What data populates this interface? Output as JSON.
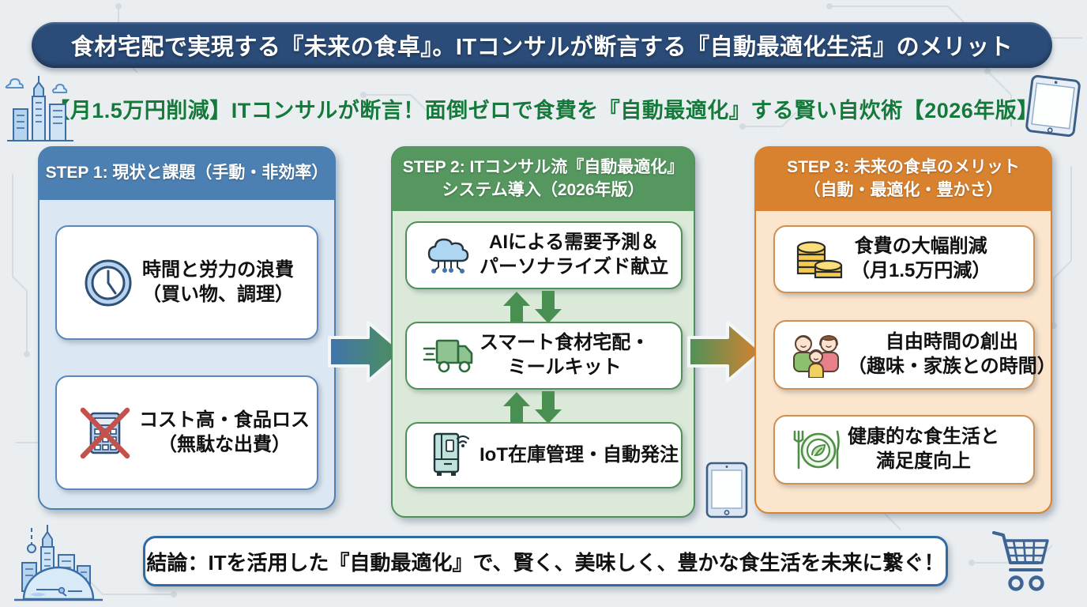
{
  "page": {
    "title": "食材宅配で実現する『未来の食卓』。ITコンサルが断言する『自動最適化生活』のメリット",
    "subtitle": "【月1.5万円削減】ITコンサルが断言！面倒ゼロで食費を『自動最適化』する賢い自炊術【2026年版】",
    "conclusion": "結論：ITを活用した『自動最適化』で、賢く、美味しく、豊かな食生活を未来に繋ぐ！"
  },
  "steps": [
    {
      "header_line1": "STEP 1: 現状と課題（手動・非効率）",
      "header_line2": "",
      "accent_color": "#4d80b2",
      "cards": [
        {
          "icon": "clock-icon",
          "line1": "時間と労力の浪費",
          "line2": "（買い物、調理）"
        },
        {
          "icon": "calculator-crossed-icon",
          "line1": "コスト高・食品ロス",
          "line2": "（無駄な出費）"
        }
      ]
    },
    {
      "header_line1": "STEP 2: ITコンサル流『自動最適化』",
      "header_line2": "システム導入（2026年版）",
      "accent_color": "#55975f",
      "cards": [
        {
          "icon": "ai-cloud-circuit-icon",
          "line1": "AIによる需要予測＆",
          "line2": "パーソナライズド献立"
        },
        {
          "icon": "delivery-truck-icon",
          "line1": "スマート食材宅配・",
          "line2": "ミールキット"
        },
        {
          "icon": "smart-fridge-icon",
          "line1": "IoT在庫管理・自動発注",
          "line2": ""
        }
      ]
    },
    {
      "header_line1": "STEP 3: 未来の食卓のメリット",
      "header_line2": "（自動・最適化・豊かさ）",
      "accent_color": "#d8822f",
      "cards": [
        {
          "icon": "coins-icon",
          "line1": "食費の大幅削減",
          "line2": "（月1.5万円減）"
        },
        {
          "icon": "family-icon",
          "line1": "自由時間の創出",
          "line2": "（趣味・家族との時間）"
        },
        {
          "icon": "healthy-plate-icon",
          "line1": "健康的な食生活と",
          "line2": "満足度向上"
        }
      ]
    }
  ],
  "flow": {
    "arrow1": {
      "from": "step1",
      "to": "step2",
      "gradient": [
        "#3f74ad",
        "#4f9158"
      ]
    },
    "arrow2": {
      "from": "step2",
      "to": "step3",
      "gradient": [
        "#4f9158",
        "#d8822f"
      ]
    }
  },
  "colors": {
    "banner_bg": "#2b4c78",
    "subtitle_text": "#15793b",
    "background": "#eaeef0",
    "conclusion_border": "#2f6aa3",
    "exchange_arrow": "#4f9158"
  },
  "decorations": [
    "city-skyline-icon",
    "tablet-icon",
    "tablet-icon",
    "city-globe-icon",
    "shopping-cart-icon",
    "circuit-pattern-background"
  ]
}
